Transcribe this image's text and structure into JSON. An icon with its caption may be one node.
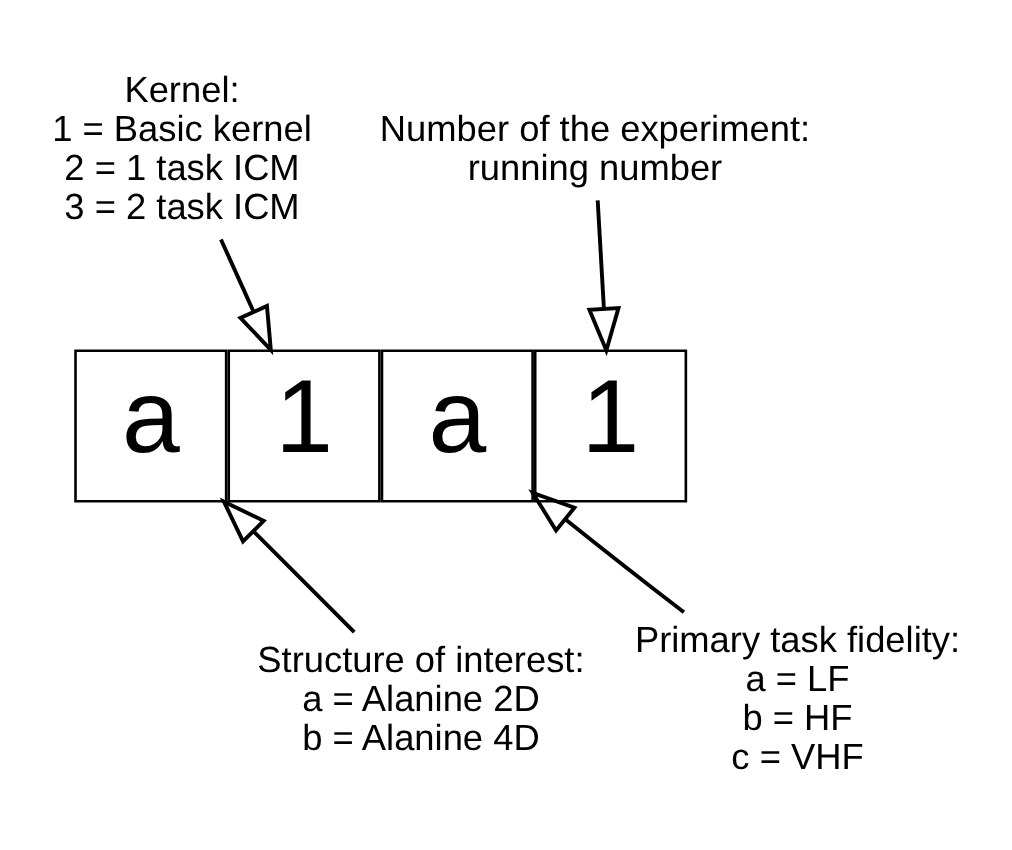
{
  "diagram": {
    "nodes": [
      {
        "text": [
          "Kernel:",
          "1 = Basic kernel",
          "2 = 1 task ICM",
          "3 = 2 task ICM"
        ]
      },
      {
        "text": [
          "Number of the experiment:",
          "running number"
        ]
      },
      {
        "text": [
          "a"
        ]
      },
      {
        "text": [
          "1"
        ]
      },
      {
        "text": [
          "a"
        ]
      },
      {
        "text": [
          "1"
        ]
      },
      {
        "text": [
          "Structure of interest:",
          "a = Alanine 2D",
          "b = Alanine 4D"
        ]
      },
      {
        "text": [
          "Primary task fidelity:",
          "a = LF",
          "b = HF",
          "c = VHF"
        ]
      }
    ],
    "edges": [
      {
        "from": 0,
        "to": 3,
        "arrow": "to"
      },
      {
        "from": 1,
        "to": 5,
        "arrow": "to"
      },
      {
        "from": 6,
        "to": 2,
        "arrow": "to"
      },
      {
        "from": 7,
        "to": 4,
        "arrow": "to"
      }
    ]
  }
}
